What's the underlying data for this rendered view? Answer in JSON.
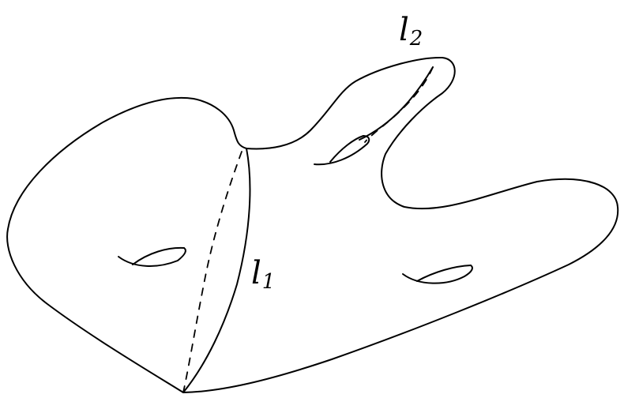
{
  "diagram": {
    "labels": [
      {
        "id": "l1",
        "base": "l",
        "subscript": "1"
      },
      {
        "id": "l2",
        "base": "l",
        "subscript": "2"
      }
    ],
    "stroke_color": "#000000",
    "background": "#ffffff"
  }
}
